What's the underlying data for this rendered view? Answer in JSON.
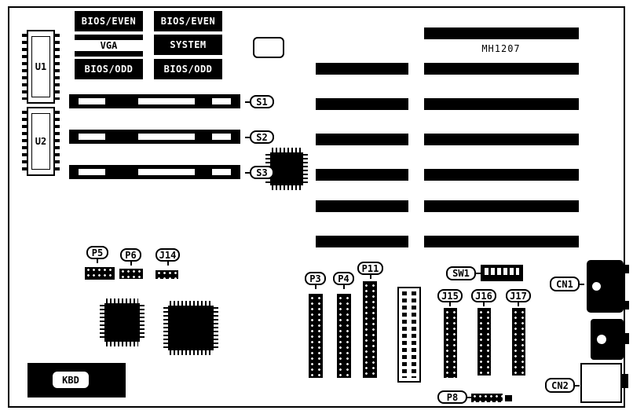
{
  "board": {
    "model_label": "MH1207",
    "ics": {
      "u1": "U1",
      "u2": "U2"
    },
    "roms": {
      "col1_top": "BIOS/EVEN",
      "col1_mid": "VGA",
      "col1_bot": "BIOS/ODD",
      "col2_top": "BIOS/EVEN",
      "col2_mid": "SYSTEM",
      "col2_bot": "BIOS/ODD"
    },
    "tags": {
      "s1": "S1",
      "s2": "S2",
      "s3": "S3",
      "p5": "P5",
      "p6": "P6",
      "j14": "J14",
      "p3": "P3",
      "p4": "P4",
      "p11": "P11",
      "sw1": "SW1",
      "j15": "J15",
      "j16": "J16",
      "j17": "J17",
      "cn1": "CN1",
      "cn2": "CN2",
      "p8": "P8",
      "kbd": "KBD"
    },
    "colors": {
      "ink": "#000000",
      "paper": "#ffffff"
    }
  }
}
